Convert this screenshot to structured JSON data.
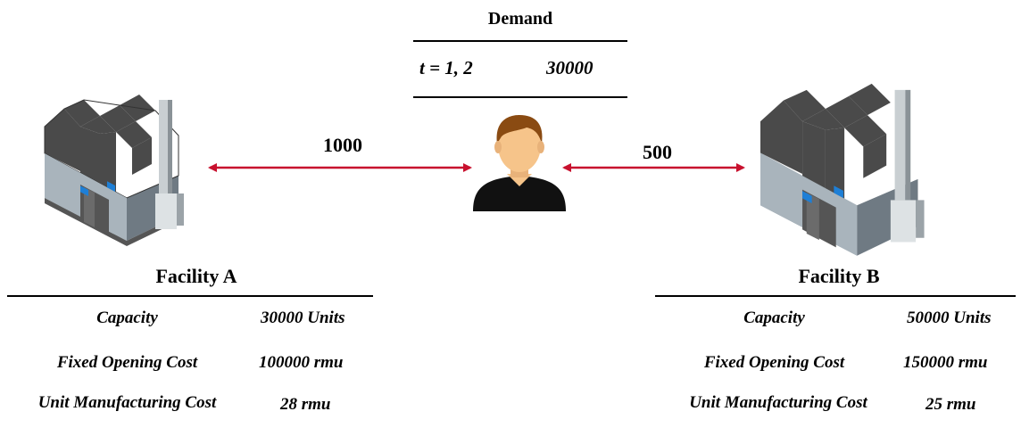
{
  "demand": {
    "title": "Demand",
    "period_label": "t = 1, 2",
    "value": "30000"
  },
  "links": {
    "a_to_customer": "1000",
    "customer_to_b": "500"
  },
  "facility_a": {
    "title": "Facility A",
    "rows": [
      {
        "label": "Capacity",
        "value": "30000 Units"
      },
      {
        "label": "Fixed Opening Cost",
        "value": "100000 rmu"
      },
      {
        "label": "Unit Manufacturing Cost",
        "value": "28 rmu"
      }
    ]
  },
  "facility_b": {
    "title": "Facility B",
    "rows": [
      {
        "label": "Capacity",
        "value": "50000 Units"
      },
      {
        "label": "Fixed Opening Cost",
        "value": "150000 rmu"
      },
      {
        "label": "Unit Manufacturing Cost",
        "value": "25 rmu"
      }
    ]
  },
  "colors": {
    "arrow": "#c8102e",
    "roof": "#4a4a4a",
    "wall": "#a9b4bc",
    "window": "#1e7fd6",
    "skin": "#f6c48a",
    "hair": "#8a4b12"
  },
  "icons": {
    "factory": "factory-icon",
    "person": "person-icon"
  }
}
